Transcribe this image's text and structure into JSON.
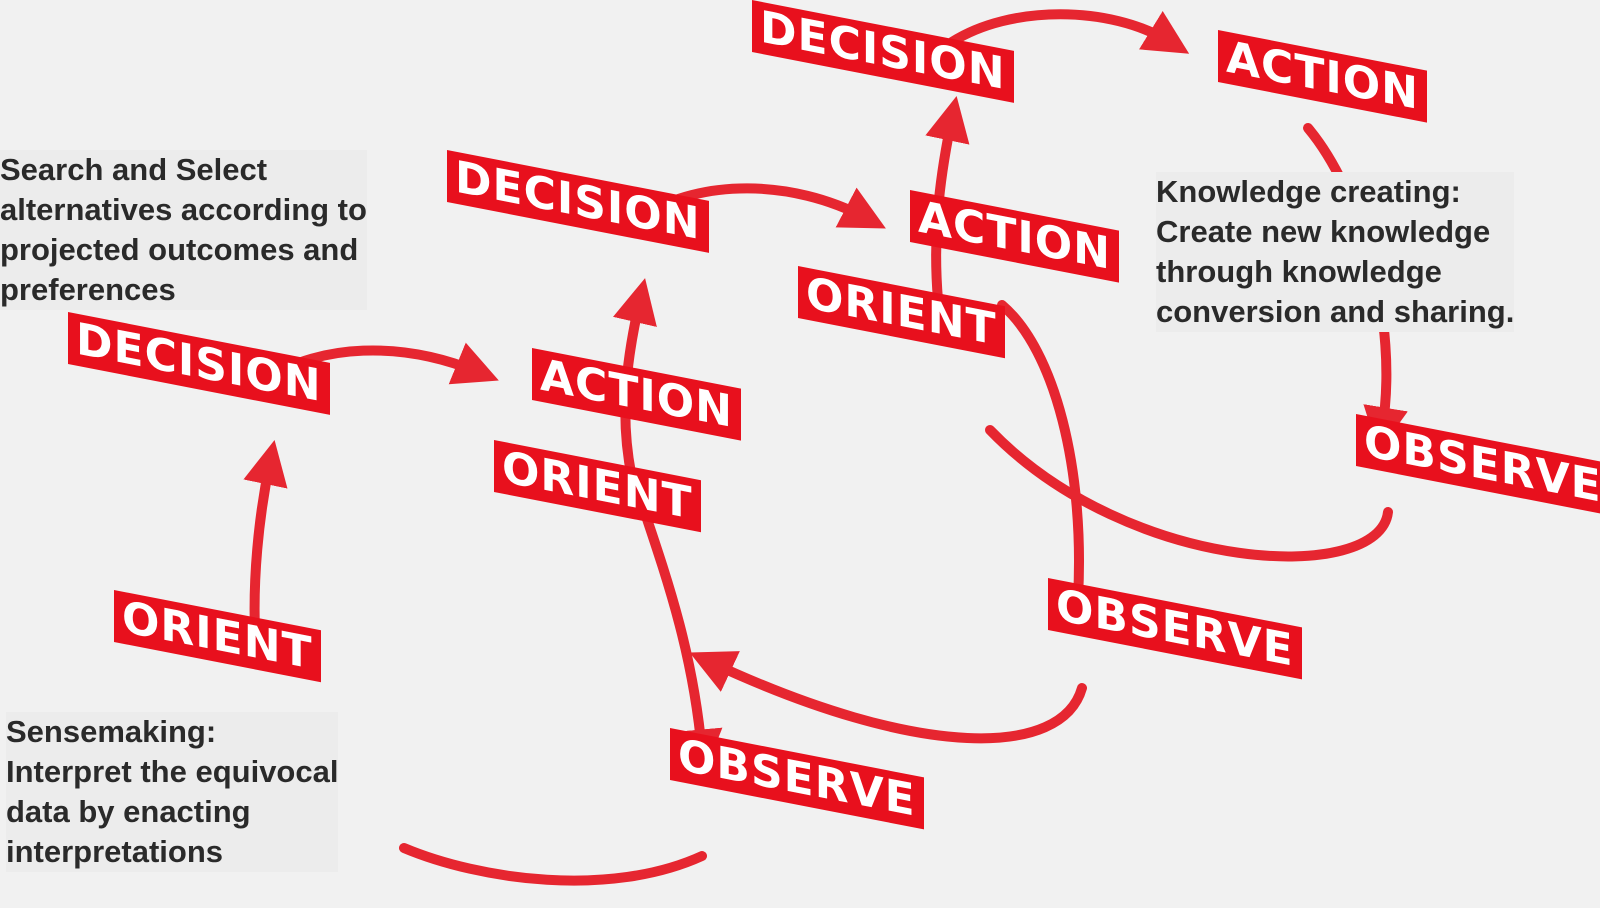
{
  "colors": {
    "accent": "#e8101d",
    "arrow": "#e62630",
    "background": "#f1f1f1",
    "text": "#2a2a2a"
  },
  "loops": [
    {
      "decision": "DECISION",
      "orient": "ORIENT",
      "action": "ACTION",
      "observe": "OBSERVE"
    },
    {
      "decision": "DECISION",
      "orient": "ORIENT",
      "action": "ACTION",
      "observe": "OBSERVE"
    },
    {
      "decision": "DECISION",
      "orient": "ORIENT",
      "action": "ACTION",
      "observe": "OBSERVE"
    }
  ],
  "annotations": {
    "search": [
      "Search and Select",
      "alternatives according to",
      "projected outcomes and",
      "preferences"
    ],
    "knowledge": [
      "Knowledge creating:",
      "Create new knowledge",
      "through knowledge",
      "conversion and sharing."
    ],
    "sensemaking": [
      "Sensemaking:",
      "Interpret the equivocal",
      "data by enacting",
      "interpretations"
    ]
  }
}
